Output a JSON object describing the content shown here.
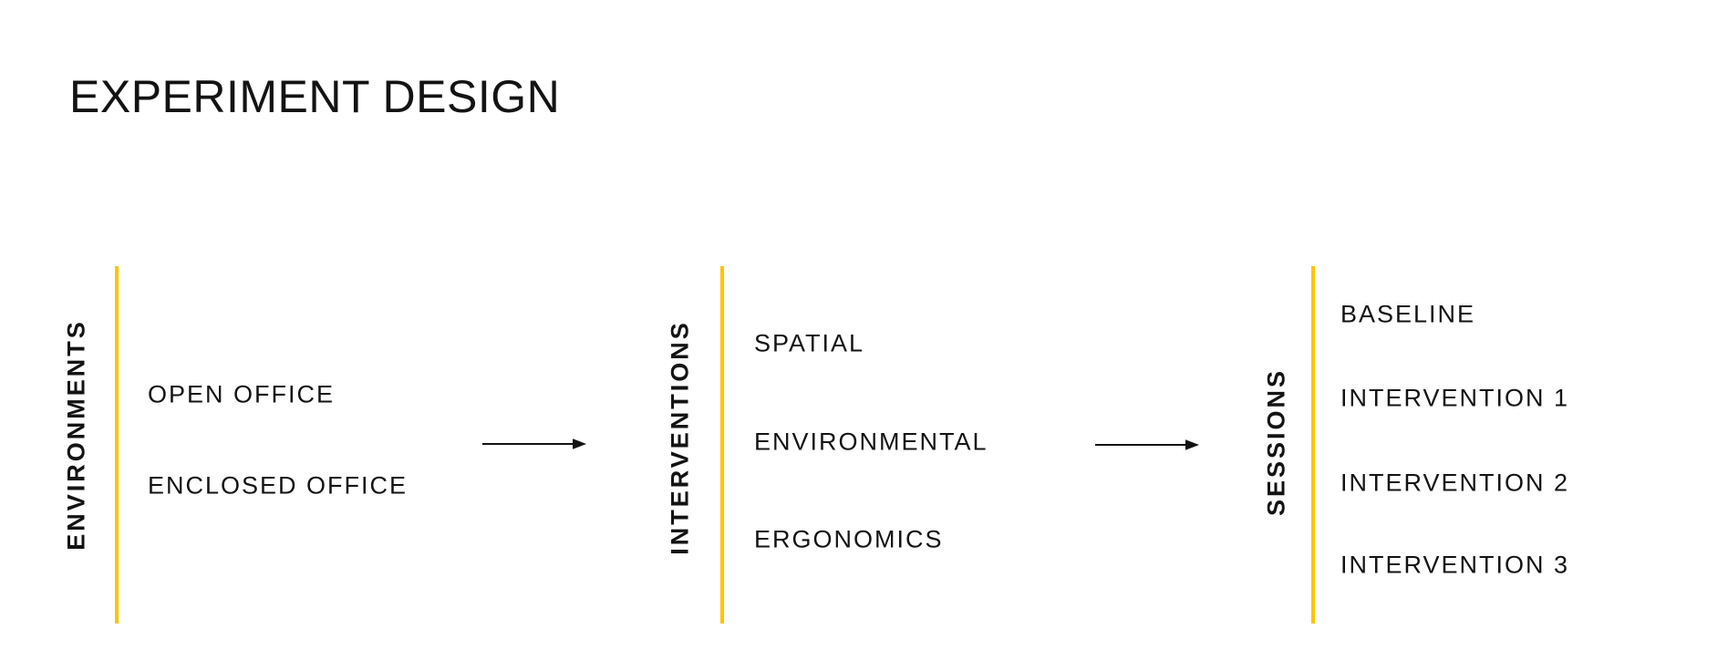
{
  "page": {
    "title": "EXPERIMENT DESIGN",
    "background_color": "#ffffff",
    "text_color": "#131313",
    "accent_color": "#ffc400"
  },
  "diagram": {
    "columns": [
      {
        "label": "ENVIRONMENTS",
        "items": [
          "OPEN OFFICE",
          "ENCLOSED OFFICE"
        ]
      },
      {
        "label": "INTERVENTIONS",
        "items": [
          "SPATIAL",
          "ENVIRONMENTAL",
          "ERGONOMICS"
        ]
      },
      {
        "label": "SESSIONS",
        "items": [
          "BASELINE",
          "INTERVENTION 1",
          "INTERVENTION 2",
          "INTERVENTION 3"
        ]
      }
    ],
    "icons": {
      "arrow_environments_to_interventions": "right-arrow",
      "arrow_interventions_to_sessions": "right-arrow"
    }
  }
}
